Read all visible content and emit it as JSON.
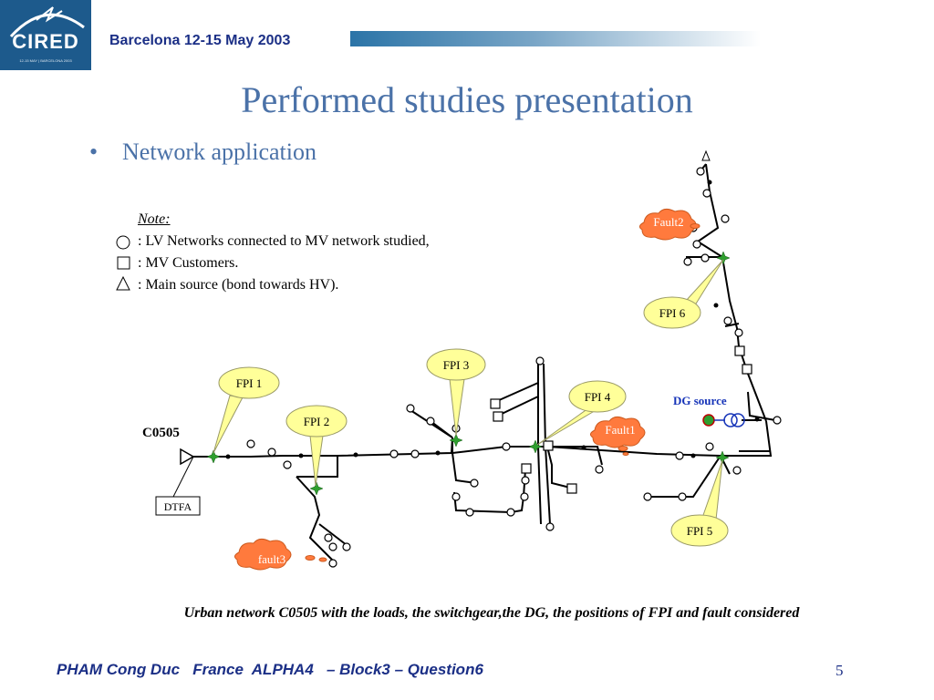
{
  "header": {
    "logo_text": "CIRED",
    "logo_subtext": "12-15 MAY | BARCELONA 2003",
    "conference": "Barcelona  12-15 May 2003"
  },
  "slide": {
    "title": "Performed studies presentation",
    "bullet": "Network application"
  },
  "note": {
    "heading": "Note:",
    "items": [
      {
        "symbol": "circle",
        "text": ":  LV Networks connected to MV network studied,"
      },
      {
        "symbol": "square",
        "text": ":  MV Customers."
      },
      {
        "symbol": "triangle",
        "text": ":  Main source (bond towards HV)."
      }
    ]
  },
  "diagram": {
    "network_name": "C0505",
    "dtfa_label": "DTFA",
    "dg_label": "DG source",
    "fpi_labels": [
      "FPI 1",
      "FPI 2",
      "FPI 3",
      "FPI 4",
      "FPI 5",
      "FPI 6"
    ],
    "fault_labels": [
      "Fault1",
      "Fault2",
      "fault3"
    ],
    "colors": {
      "fpi_fill": "#ffff99",
      "fault_fill": "#ff7a3d",
      "dg_text": "#1533b8",
      "fpi_marker": "#2e9e2e"
    }
  },
  "caption": "Urban network C0505 with the loads, the switchgear,the DG, the positions of FPI and fault considered",
  "footer": {
    "text": "PHAM Cong Duc   France  ALPHA4   – Block3 – Question6",
    "page": "5"
  }
}
